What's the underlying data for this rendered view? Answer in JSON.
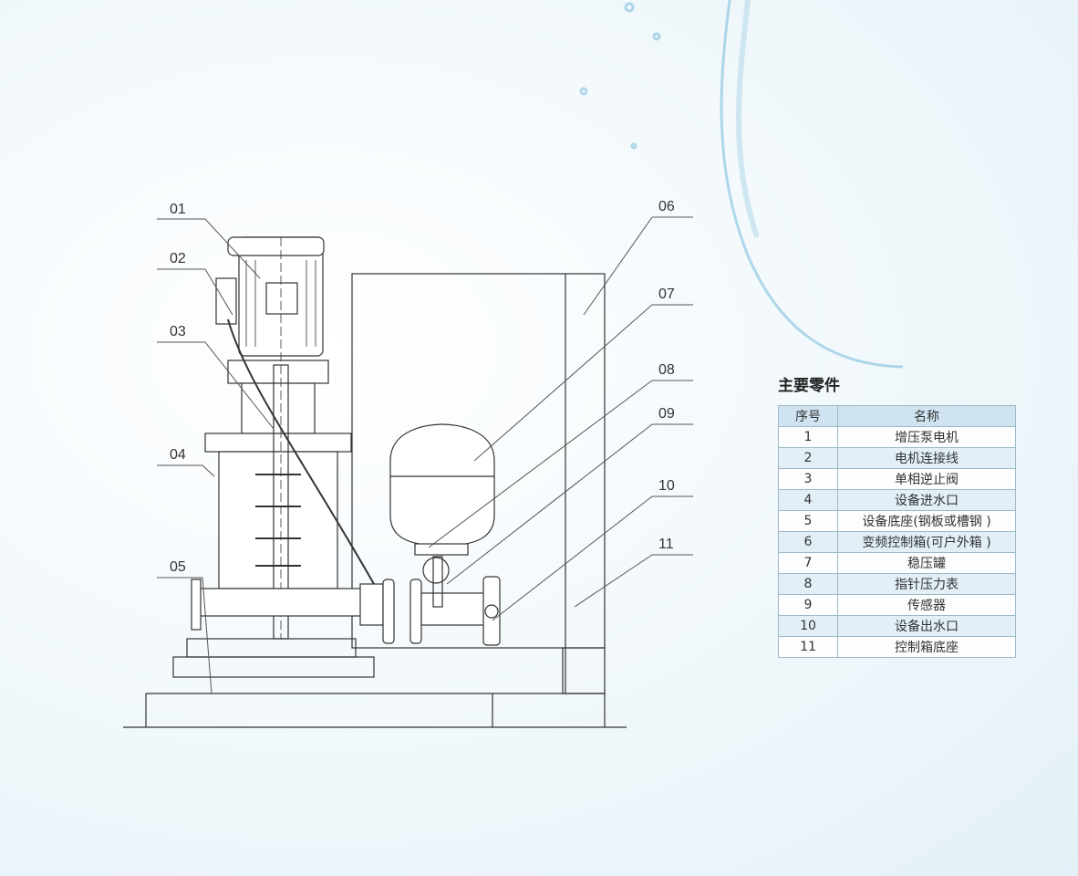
{
  "callouts": [
    "01",
    "02",
    "03",
    "04",
    "05",
    "06",
    "07",
    "08",
    "09",
    "10",
    "11"
  ],
  "parts_table": {
    "title": "主要零件",
    "headers": [
      "序号",
      "名称"
    ],
    "rows": [
      {
        "no": "1",
        "name": "增压泵电机"
      },
      {
        "no": "2",
        "name": "电机连接线"
      },
      {
        "no": "3",
        "name": "单相逆止阀"
      },
      {
        "no": "4",
        "name": "设备进水口"
      },
      {
        "no": "5",
        "name": "设备底座(钢板或槽钢 )"
      },
      {
        "no": "6",
        "name": "变频控制箱(可户外箱 )"
      },
      {
        "no": "7",
        "name": "稳压罐"
      },
      {
        "no": "8",
        "name": "指针压力表"
      },
      {
        "no": "9",
        "name": "传感器"
      },
      {
        "no": "10",
        "name": "设备出水口"
      },
      {
        "no": "11",
        "name": "控制箱底座"
      }
    ]
  }
}
